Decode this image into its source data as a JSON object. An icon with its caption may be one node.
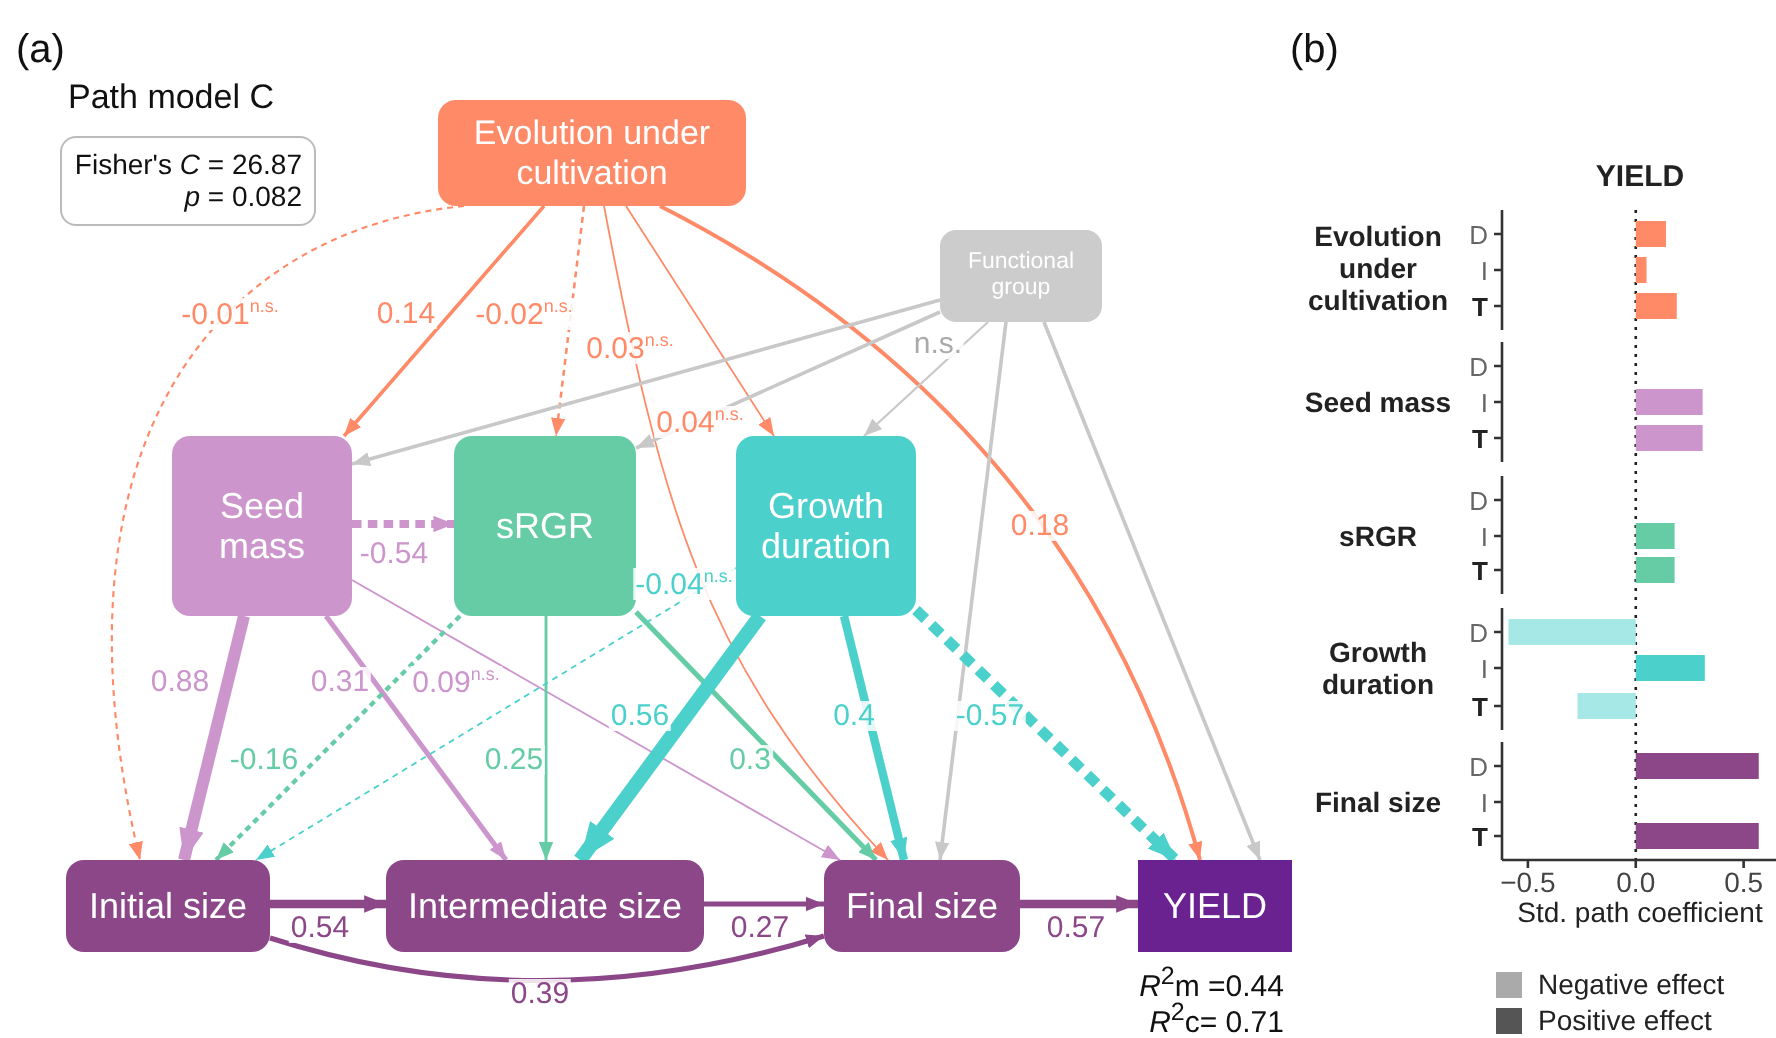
{
  "diagram": {
    "nodes": [
      {
        "text": [
          "Fisher's *C* = 26.87",
          "*p* = 0.082"
        ],
        "beside": [
          "Path model C"
        ]
      },
      {
        "text": [
          "Evolution under cultivation"
        ]
      },
      {
        "text": [
          "Functional group"
        ]
      },
      {
        "text": [
          "Seed mass"
        ]
      },
      {
        "text": [
          "sRGR"
        ]
      },
      {
        "text": [
          "Growth duration"
        ]
      },
      {
        "text": [
          "Initial size"
        ]
      },
      {
        "text": [
          "Intermediate size"
        ]
      },
      {
        "text": [
          "Final size"
        ]
      },
      {
        "text": [
          "YIELD"
        ],
        "beside": [
          "*R*$^{2}$m =0.44",
          "*R*$^{2}$c= 0.71"
        ]
      }
    ],
    "edges": [
      {
        "from": 1,
        "to": 6,
        "arrow": "to",
        "label": "-0.01$^{n.s.}$",
        "style": "dashed",
        "color": "#fe8a68"
      },
      {
        "from": 1,
        "to": 3,
        "arrow": "to",
        "label": "0.14",
        "color": "#fe8a68"
      },
      {
        "from": 1,
        "to": 4,
        "arrow": "to",
        "label": "-0.02$^{n.s.}$",
        "style": "dashed",
        "color": "#fe8a68"
      },
      {
        "from": 1,
        "to": 8,
        "arrow": "to",
        "label": "0.03$^{n.s.}$",
        "color": "#fe8a68"
      },
      {
        "from": 1,
        "to": 5,
        "arrow": "to",
        "label": "0.04$^{n.s.}$",
        "color": "#fe8a68"
      },
      {
        "from": 1,
        "to": 9,
        "arrow": "to",
        "label": "0.18",
        "color": "#fe8a68"
      },
      {
        "from": 2,
        "to": 3,
        "arrow": "to",
        "color": "#c8c8c8"
      },
      {
        "from": 2,
        "to": 4,
        "arrow": "to",
        "color": "#c8c8c8"
      },
      {
        "from": 2,
        "to": 5,
        "arrow": "to",
        "label": "n.s.",
        "color": "#c8c8c8"
      },
      {
        "from": 2,
        "to": 8,
        "arrow": "to",
        "color": "#c8c8c8"
      },
      {
        "from": 2,
        "to": 9,
        "arrow": "to",
        "color": "#c8c8c8"
      },
      {
        "from": 3,
        "to": 4,
        "arrow": "to",
        "label": "-0.54",
        "style": "dashed",
        "color": "#cc95cc"
      },
      {
        "from": 3,
        "to": 6,
        "arrow": "to",
        "label": "0.88",
        "style": "thick",
        "color": "#cc95cc"
      },
      {
        "from": 3,
        "to": 7,
        "arrow": "to",
        "label": "0.31",
        "color": "#cc95cc"
      },
      {
        "from": 3,
        "to": 8,
        "arrow": "to",
        "label": "0.09$^{n.s.}$",
        "color": "#cc95cc"
      },
      {
        "from": 4,
        "to": 6,
        "arrow": "to",
        "label": "-0.16",
        "style": "dashed",
        "color": "#66cca6"
      },
      {
        "from": 4,
        "to": 7,
        "arrow": "to",
        "label": "0.25",
        "color": "#66cca6"
      },
      {
        "from": 4,
        "to": 8,
        "arrow": "to",
        "label": "0.3",
        "color": "#66cca6"
      },
      {
        "from": 5,
        "to": 6,
        "arrow": "to",
        "label": "-0.04$^{n.s.}$",
        "style": "dashed",
        "color": "#4bd0cb"
      },
      {
        "from": 5,
        "to": 7,
        "arrow": "to",
        "label": "0.56",
        "style": "thick",
        "color": "#4bd0cb"
      },
      {
        "from": 5,
        "to": 8,
        "arrow": "to",
        "label": "0.4",
        "style": "thick",
        "color": "#4bd0cb"
      },
      {
        "from": 5,
        "to": 9,
        "arrow": "to",
        "label": "-0.57",
        "style": "dashed",
        "color": "#4bd0cb"
      },
      {
        "from": 6,
        "to": 7,
        "arrow": "to",
        "label": "0.54",
        "style": "thick",
        "color": "#8c4789"
      },
      {
        "from": 7,
        "to": 8,
        "arrow": "to",
        "label": "0.27",
        "color": "#8c4789"
      },
      {
        "from": 6,
        "to": 8,
        "arrow": "to",
        "label": "0.39",
        "color": "#8c4789"
      },
      {
        "from": 8,
        "to": 9,
        "arrow": "to",
        "label": "0.57",
        "style": "thick",
        "color": "#8c4789"
      }
    ],
    "labels": [
      "(a)",
      "(b)",
      "Evolution under cultivation",
      "Seed mass",
      "sRGR",
      "Growth duration",
      "Final size"
    ],
    "legend": [
      {
        "text": "Negative effect",
        "color": "#aaaaaa"
      },
      {
        "text": "Positive effect",
        "color": "#555555"
      }
    ],
    "chart_data": {
      "type": "bar",
      "orientation": "horizontal",
      "stacked": true,
      "title": "YIELD",
      "xlabel": "Std. path coefficient",
      "categories": [
        "D",
        "I",
        "T",
        "D",
        "I",
        "T",
        "D",
        "I",
        "T",
        "D",
        "I",
        "T",
        "D",
        "I",
        "T"
      ],
      "xlim": [
        -0.62,
        0.65
      ],
      "xticks": [
        {
          "value": -0.5,
          "label": "−0.5"
        },
        {
          "value": 0,
          "label": "0.0"
        },
        {
          "value": 0.5,
          "label": "0.5"
        }
      ],
      "series": [
        {
          "color": "#fe8a68",
          "values": [
            0.14,
            0.05,
            0.19,
            null,
            null,
            null,
            null,
            null,
            null,
            null,
            null,
            null,
            null,
            null,
            null
          ]
        },
        {
          "color": "#cc95cc",
          "values": [
            null,
            null,
            null,
            null,
            0.31,
            0.31,
            null,
            null,
            null,
            null,
            null,
            null,
            null,
            null,
            null
          ]
        },
        {
          "color": "#66cca6",
          "values": [
            null,
            null,
            null,
            null,
            null,
            null,
            null,
            0.18,
            0.18,
            null,
            null,
            null,
            null,
            null,
            null
          ]
        },
        {
          "color": "#4bd0cb",
          "values": [
            null,
            null,
            null,
            null,
            null,
            null,
            null,
            null,
            null,
            null,
            0.32,
            null,
            null,
            null,
            null
          ]
        },
        {
          "color": "#a5e8e5",
          "values": [
            null,
            null,
            null,
            null,
            null,
            null,
            null,
            null,
            null,
            -0.59,
            null,
            -0.27,
            null,
            null,
            null
          ]
        },
        {
          "color": "#8c4789",
          "values": [
            null,
            null,
            null,
            null,
            null,
            null,
            null,
            null,
            null,
            null,
            null,
            null,
            0.57,
            null,
            0.57
          ]
        }
      ]
    }
  }
}
